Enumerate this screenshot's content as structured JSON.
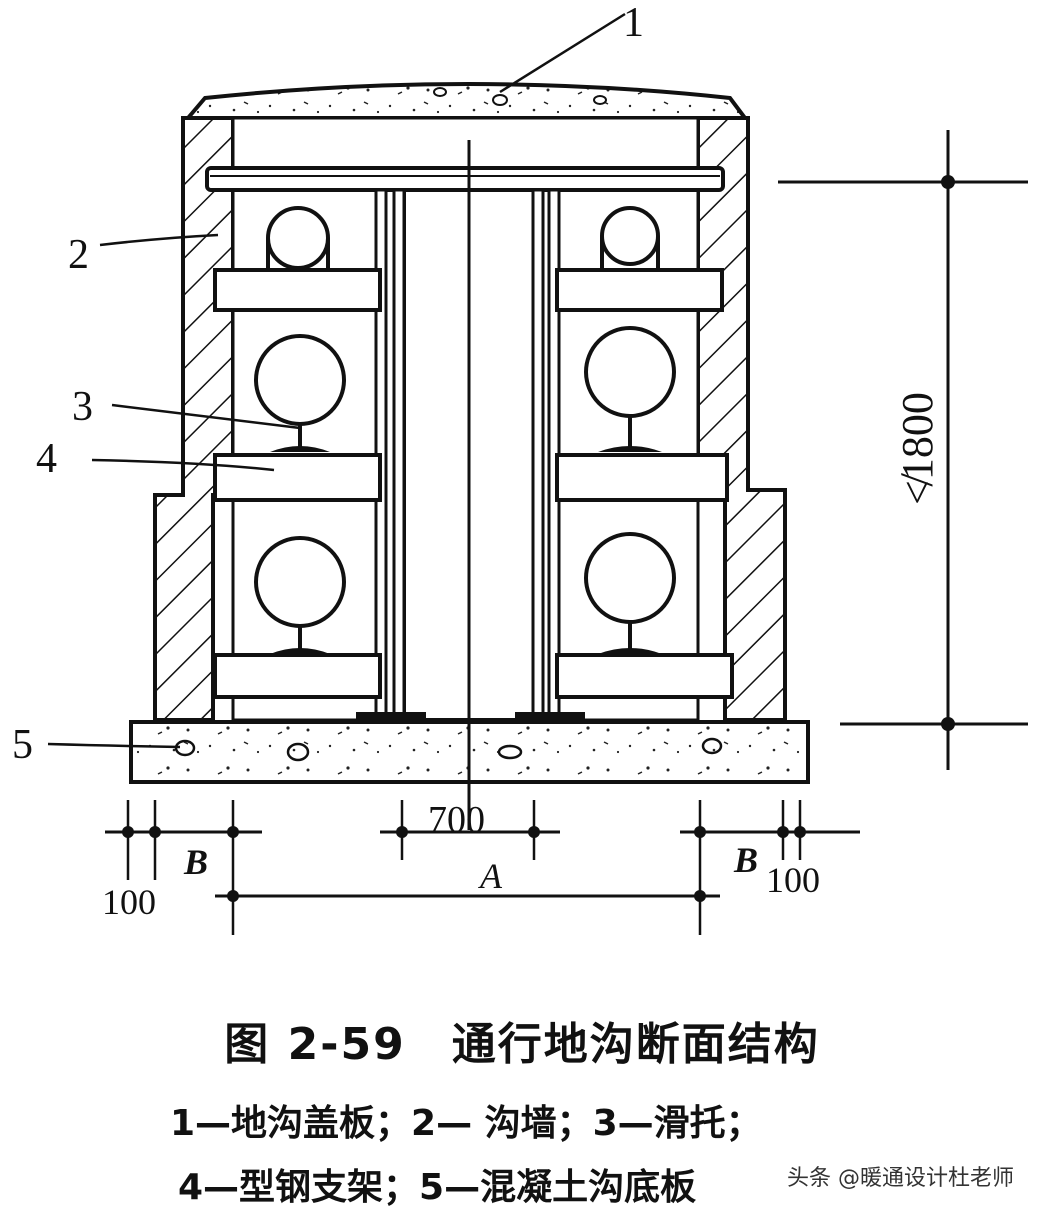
{
  "labels": {
    "callout_1": "1",
    "callout_2": "2",
    "callout_3": "3",
    "callout_4": "4",
    "callout_5": "5"
  },
  "dimensions": {
    "height": "≮1800",
    "center_width": "700",
    "trench_width": "A",
    "side_left": "B",
    "side_right": "B",
    "offset_left": "100",
    "offset_right": "100"
  },
  "caption": {
    "title": "图 2-59　通行地沟断面结构",
    "line1": "1—地沟盖板；2— 沟墙；3—滑托；",
    "line2": "4—型钢支架；5—混凝土沟底板"
  },
  "watermark": "头条 @暖通设计杜老师"
}
